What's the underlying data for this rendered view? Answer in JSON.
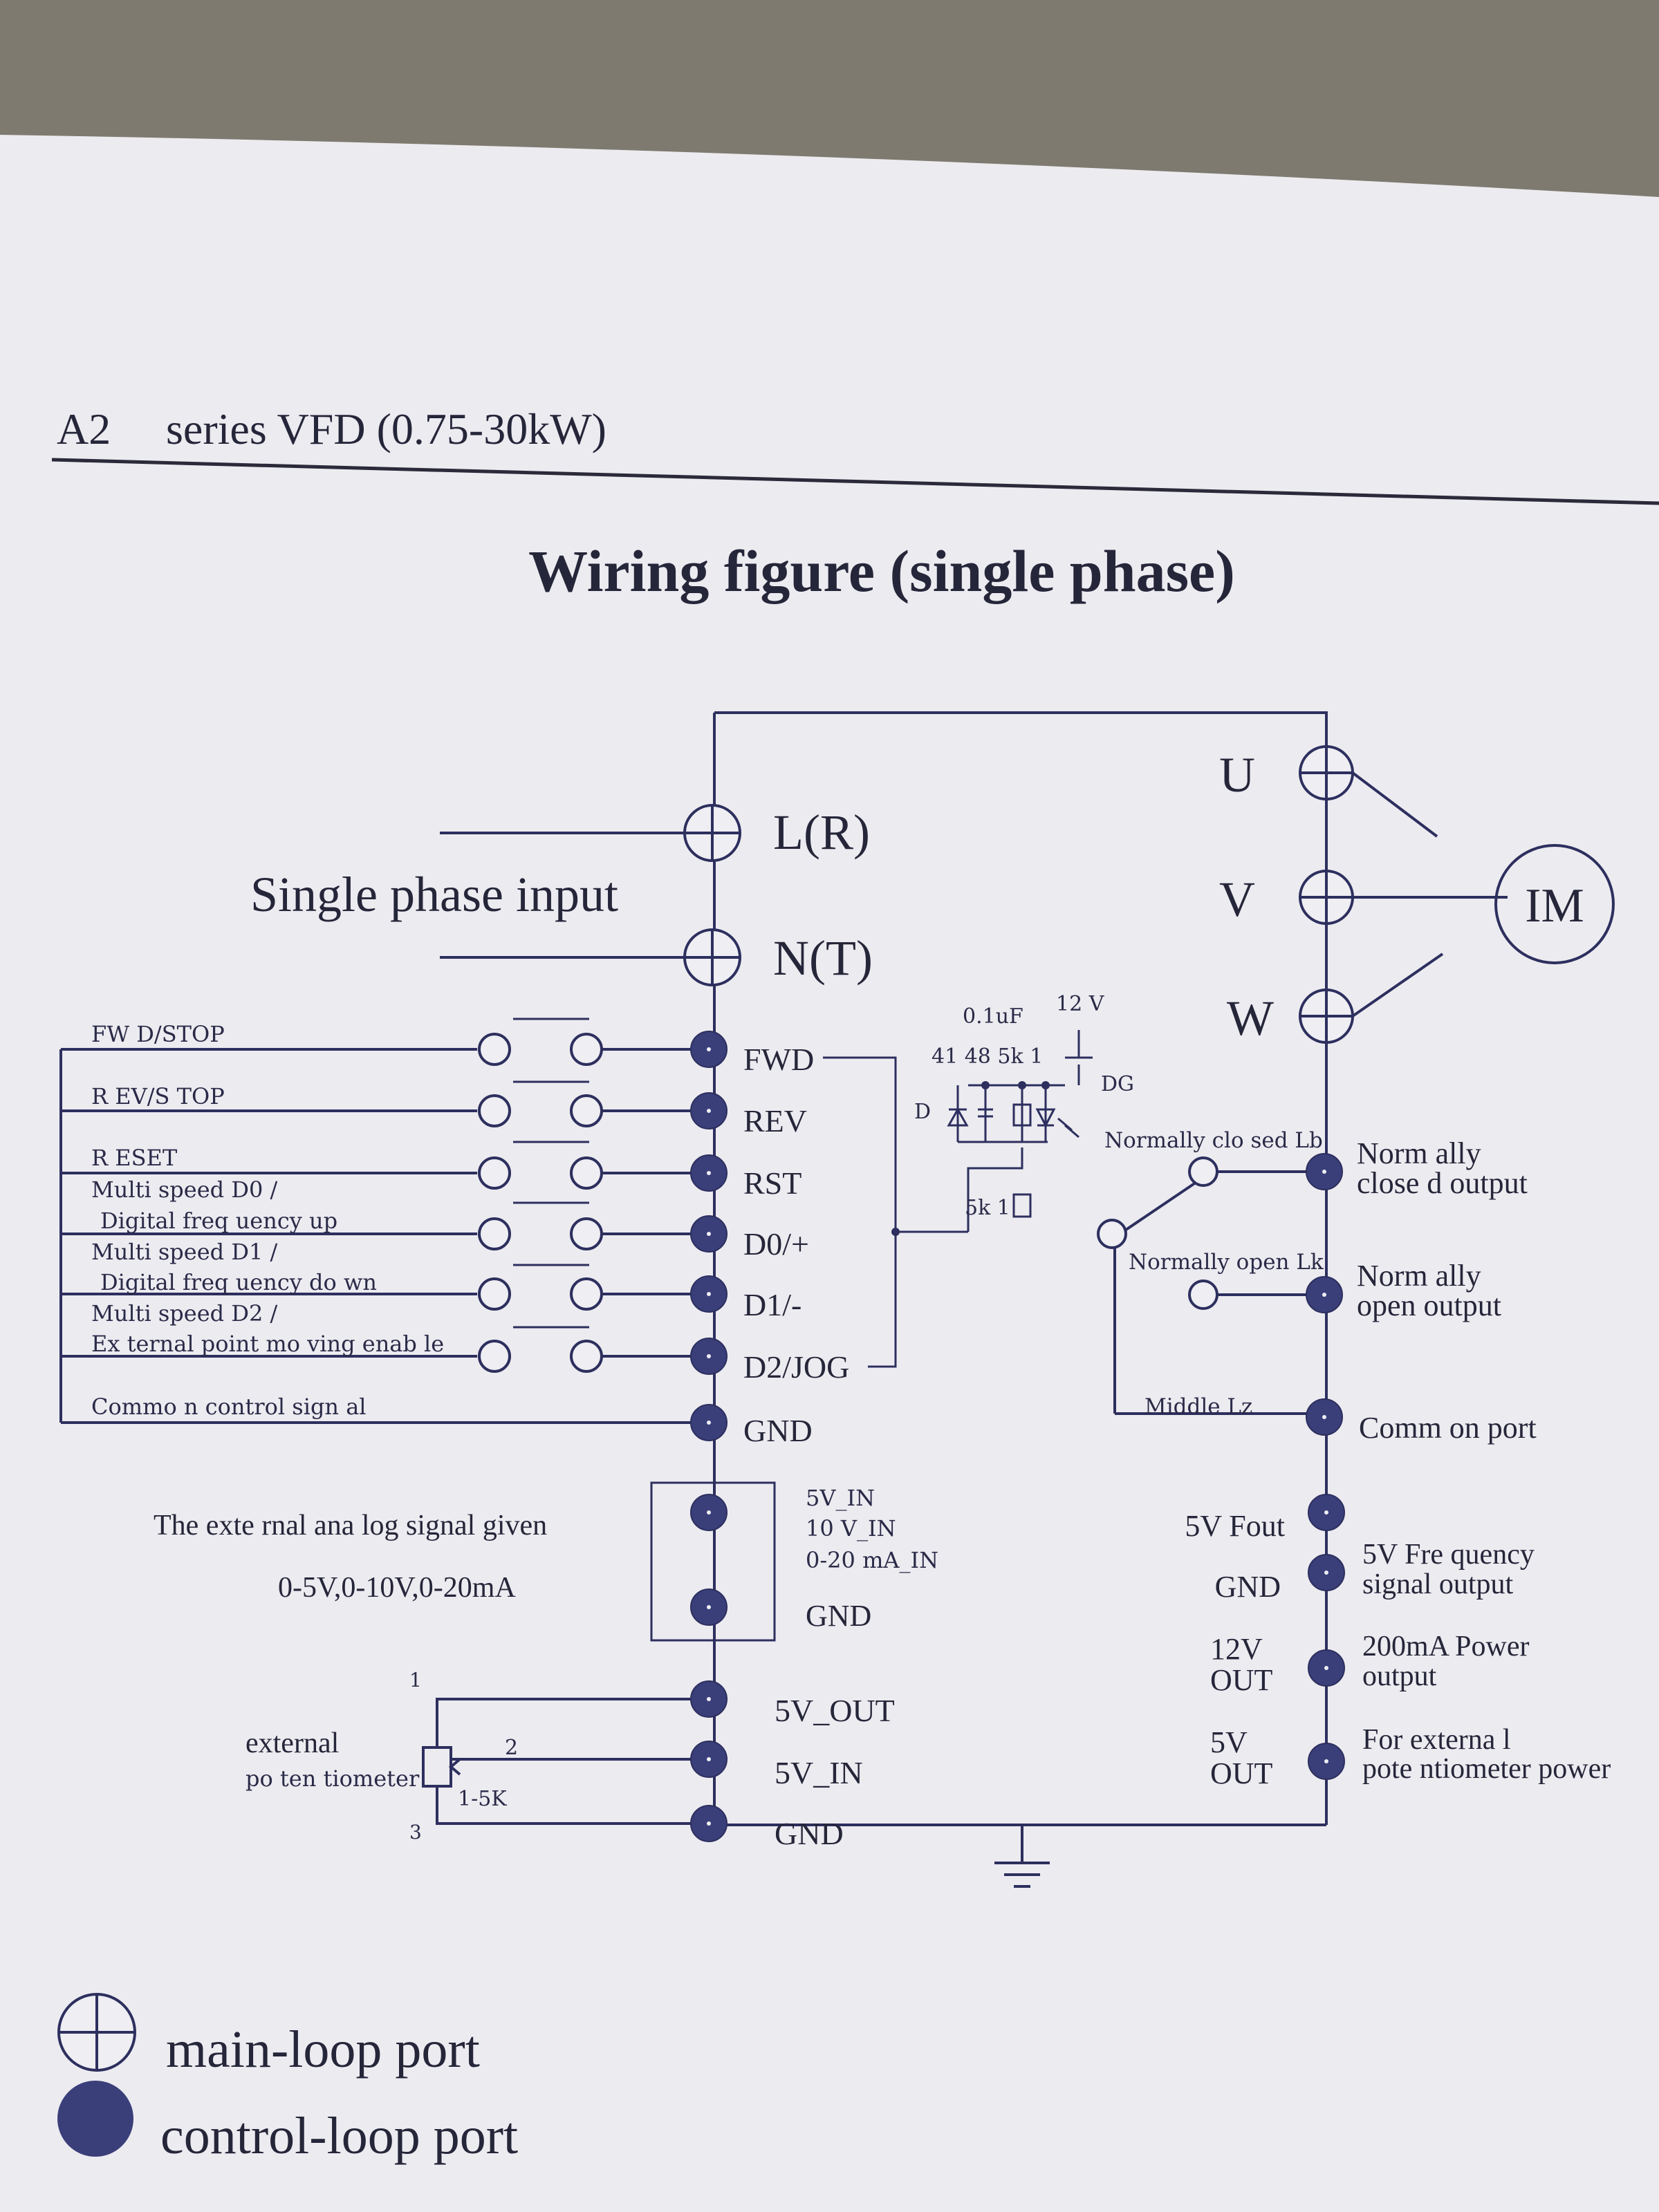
{
  "header": {
    "series_code": "A2",
    "series_title": "series VFD (0.75-30kW)"
  },
  "title": "Wiring figure (single phase)",
  "power": {
    "input_label": "Single phase input",
    "terminals": [
      "L(R)",
      "N(T)"
    ]
  },
  "outputs": {
    "terminals": [
      "U",
      "V",
      "W"
    ],
    "motor": "IM"
  },
  "control_inputs": [
    {
      "terminal": "FWD",
      "labels": [
        "FW D/STOP"
      ]
    },
    {
      "terminal": "REV",
      "labels": [
        "R EV/S TOP"
      ]
    },
    {
      "terminal": "RST",
      "labels": [
        "R ESET"
      ]
    },
    {
      "terminal": "D0/+",
      "labels": [
        "Multi speed D0 /",
        "Digital freq uency   up"
      ]
    },
    {
      "terminal": "D1/-",
      "labels": [
        "Multi speed D1 /",
        "Digital freq uency   do wn"
      ]
    },
    {
      "terminal": "D2/JOG",
      "labels": [
        "Multi speed D2 /",
        "Ex ternal point mo ving enab le"
      ]
    },
    {
      "terminal": "GND",
      "labels": [
        "Commo n control sign al"
      ]
    }
  ],
  "optocoupler": {
    "capacitor": "0.1uF",
    "supply": "12 V",
    "parts": "41 48  5k 1",
    "diode": "D",
    "dg": "DG",
    "resistor": "5k 1"
  },
  "relay": {
    "nc_contact": "Normally clo sed Lb",
    "no_contact": "Normally open Lk",
    "middle": "Middle Lz",
    "nc_output": [
      "Norm ally",
      "close d output"
    ],
    "no_output": [
      "Norm ally",
      "open output"
    ],
    "common": "Comm on port"
  },
  "analog": {
    "signal_label": "The exte rnal ana log signal given",
    "signal_range": "0-5V,0-10V,0-20mA",
    "in_labels": [
      "5V_IN",
      "10 V_IN",
      "0-20 mA_IN"
    ],
    "in_gnd": "GND",
    "pot_label": [
      "external",
      "po ten tiometer"
    ],
    "pot_pins": [
      "1",
      "2",
      "3"
    ],
    "pot_value": "1-5K",
    "pot_terminals": [
      "5V_OUT",
      "5V_IN",
      "GND"
    ]
  },
  "aux_outputs": [
    {
      "terminal": [
        "5V Fout"
      ],
      "desc": [
        "5V Fre quency",
        "signal output"
      ]
    },
    {
      "terminal": [
        "GND"
      ],
      "desc": []
    },
    {
      "terminal": [
        "12V",
        "OUT"
      ],
      "desc": [
        "200mA Power",
        "output"
      ]
    },
    {
      "terminal": [
        "5V",
        "OUT"
      ],
      "desc": [
        "For externa l",
        "pote ntiometer power"
      ]
    }
  ],
  "legend": {
    "main_loop": "main-loop port",
    "control_loop": "control-loop port"
  },
  "colors": {
    "ink": "#2d2f5e",
    "port_fill": "#3a3f7a",
    "paper": "#eeeef3",
    "text": "#26263a"
  }
}
